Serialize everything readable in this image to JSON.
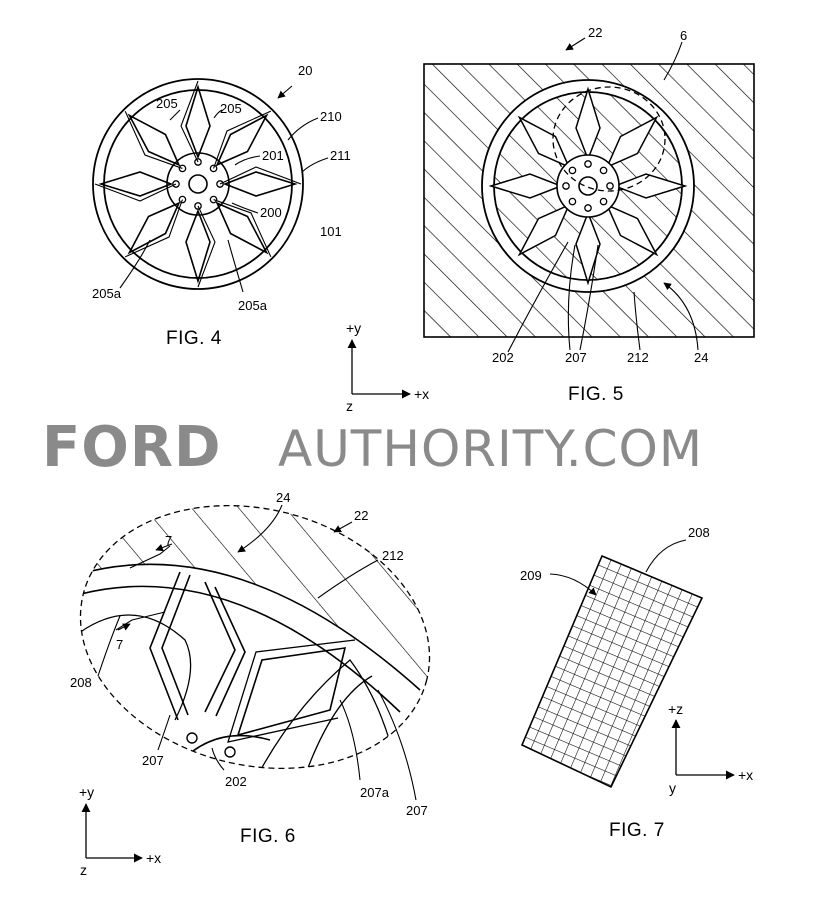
{
  "figures": {
    "fig4": {
      "caption": "FIG. 4",
      "refs": {
        "r20": "20",
        "r205a": "205",
        "r205b": "205",
        "r210": "210",
        "r201": "201",
        "r211": "211",
        "r200": "200",
        "r101": "101",
        "r205a_l": "205a",
        "r205a_r": "205a"
      }
    },
    "fig5": {
      "caption": "FIG. 5",
      "refs": {
        "r22": "22",
        "r6": "6",
        "r202": "202",
        "r207": "207",
        "r212": "212",
        "r24": "24"
      }
    },
    "fig6": {
      "caption": "FIG. 6",
      "refs": {
        "r24": "24",
        "r22": "22",
        "r212": "212",
        "r7a": "7",
        "r7b": "7",
        "r208": "208",
        "r207": "207",
        "r202": "202",
        "r207a": "207a",
        "r207b": "207"
      }
    },
    "fig7": {
      "caption": "FIG. 7",
      "refs": {
        "r208": "208",
        "r209": "209"
      }
    }
  },
  "axes": {
    "upper": {
      "y": "+y",
      "x": "+x",
      "z": "z"
    },
    "lower_left": {
      "y": "+y",
      "x": "+x",
      "z": "z"
    },
    "lower_right": {
      "z": "+z",
      "x": "+x",
      "y": "y"
    }
  },
  "watermark": {
    "brand": "FORD",
    "rest": "AUTHORITY.COM"
  },
  "colors": {
    "line": "#000000",
    "watermark": "#8a8a8a",
    "background": "#ffffff"
  }
}
